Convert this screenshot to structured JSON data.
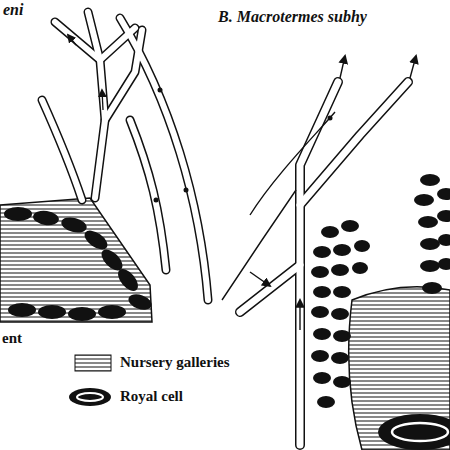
{
  "diagram": {
    "labels": [
      "eni",
      "B. Macrotermes subhy"
    ],
    "legend": [
      {
        "text": "ent"
      },
      {
        "text": "Nursery galleries"
      },
      {
        "text": "Royal cell"
      }
    ]
  }
}
